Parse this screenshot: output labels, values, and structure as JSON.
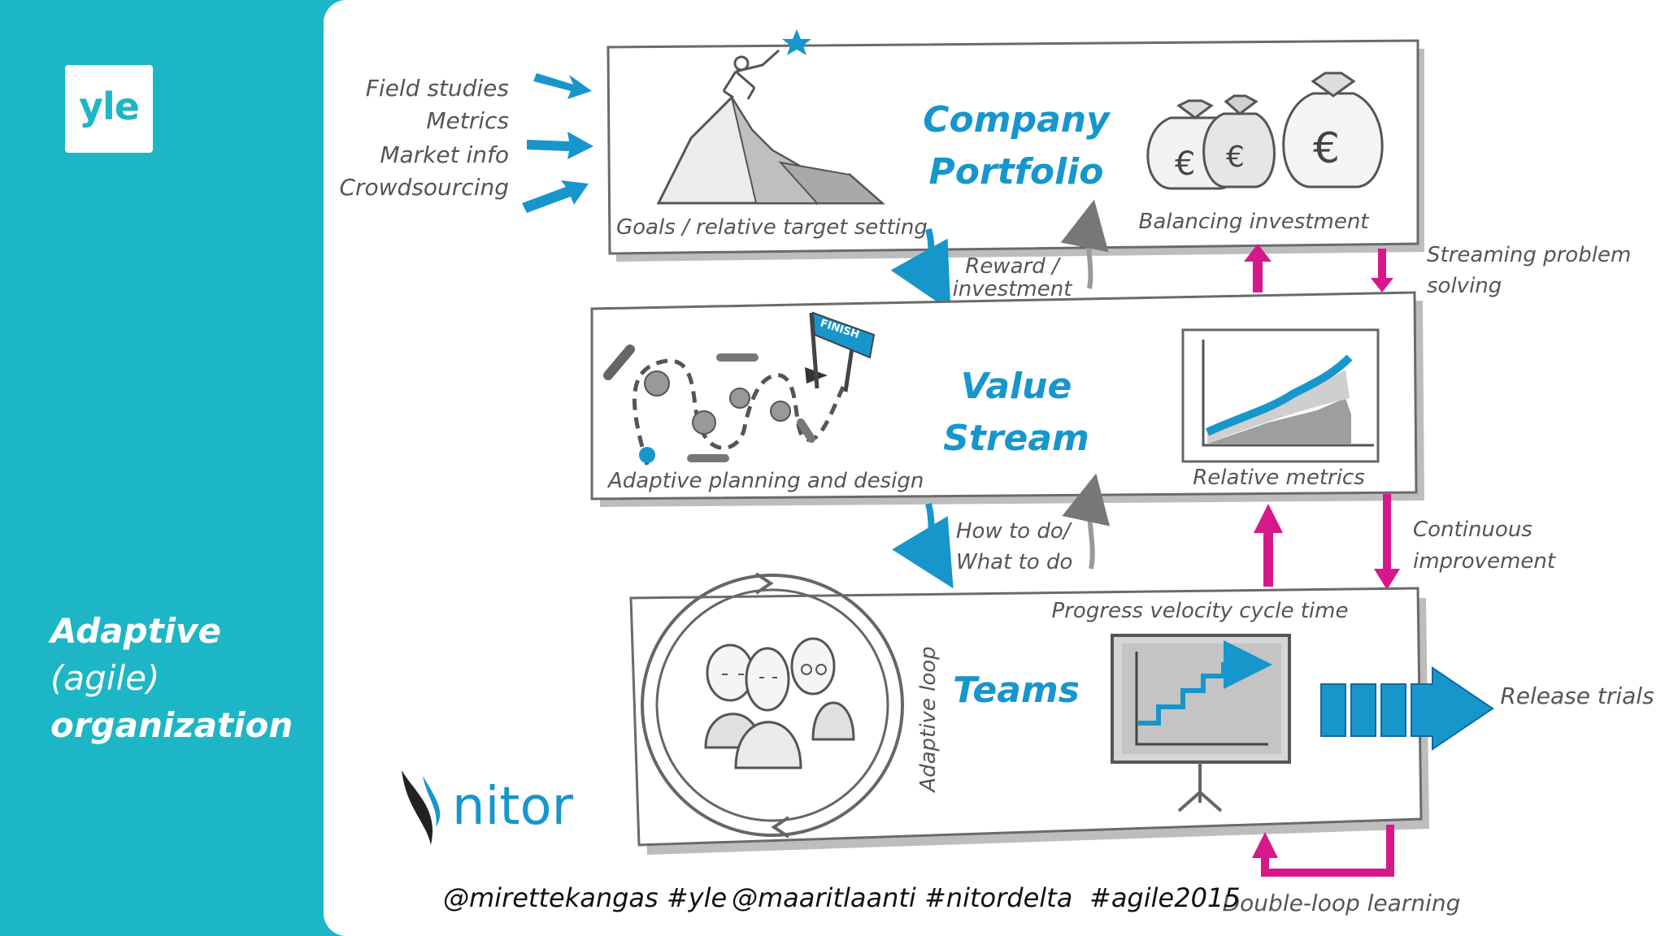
{
  "branding": {
    "logo": "yle"
  },
  "sidebar": {
    "title_line1": "Adaptive",
    "title_line2": "(agile)",
    "title_line3": "organization"
  },
  "inputs": [
    "Field studies",
    "Metrics",
    "Market info",
    "Crowdsourcing"
  ],
  "portfolio": {
    "title_line1": "Company",
    "title_line2": "Portfolio",
    "goals_caption": "Goals / relative target setting",
    "investment_caption": "Balancing investment"
  },
  "arrows": {
    "reward_line1": "Reward /",
    "reward_line2": "investment",
    "streaming_line1": "Streaming problem",
    "streaming_line2": "solving",
    "howto_line1": "How to do/",
    "howto_line2": "What to do",
    "continuous_line1": "Continuous",
    "continuous_line2": "improvement",
    "double_loop": "Double-loop learning"
  },
  "value_stream": {
    "title_line1": "Value",
    "title_line2": "Stream",
    "planning_caption": "Adaptive planning and design",
    "metrics_caption": "Relative metrics",
    "finish_flag": "FINISH"
  },
  "teams": {
    "title": "Teams",
    "loop_caption": "Adaptive loop",
    "progress_caption": "Progress velocity cycle time",
    "release_caption": "Release trials"
  },
  "footer": {
    "nitor_logo": "nitor",
    "handle1": "@mirettekangas #yle",
    "handle2": "@maaritlaanti #nitordelta",
    "hashtag": "#agile2015"
  },
  "colors": {
    "brand_teal": "#1db6c6",
    "accent_blue": "#1796cc",
    "accent_magenta": "#d6198a"
  }
}
